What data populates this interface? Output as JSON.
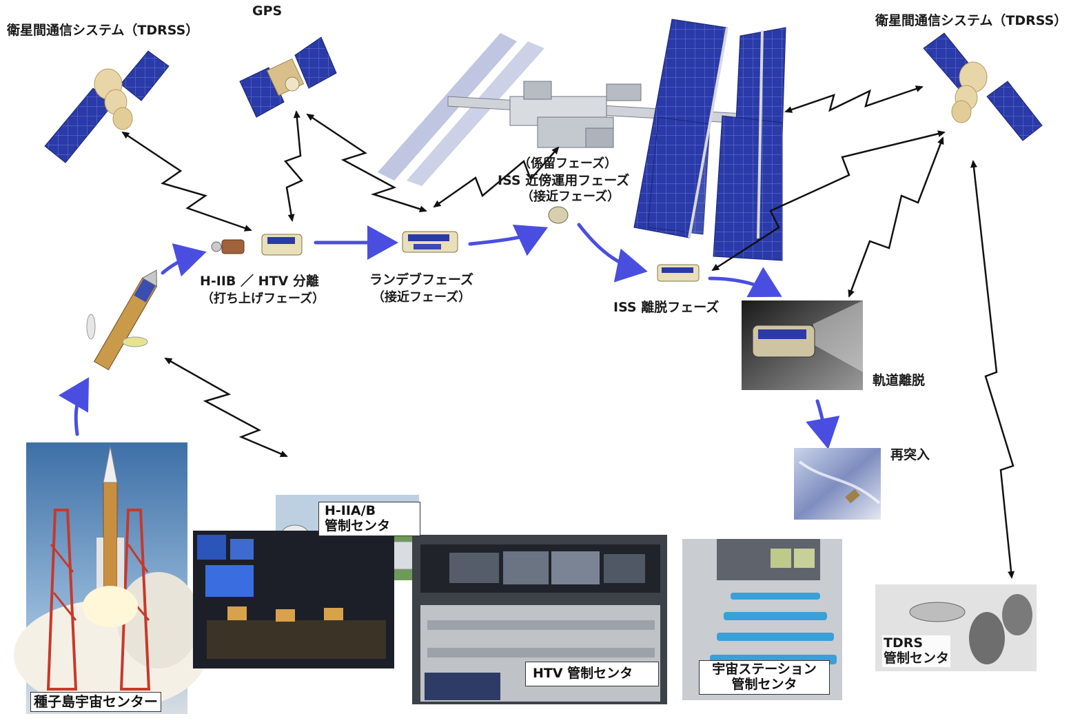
{
  "labels": {
    "tdrss_left": "衛星間通信システム（TDRSS）",
    "gps": "GPS",
    "tdrss_right": "衛星間通信システム（TDRSS）",
    "mooring_phase": "（係留フェーズ）",
    "iss_proximity": "ISS 近傍運用フェーズ",
    "approach_phase_top": "（接近フェーズ）",
    "separation": "H-IIB ／ HTV 分離",
    "launch_phase": "（打ち上げフェーズ）",
    "rendezvous": "ランデブフェーズ",
    "approach_phase": "（接近フェーズ）",
    "iss_departure": "ISS 離脱フェーズ",
    "deorbit": "軌道離脱",
    "reentry": "再突入",
    "tanegashima": "種子島宇宙センター",
    "h2ab_control_l1": "H-IIA/B",
    "h2ab_control_l2": "管制センタ",
    "htv_control": "HTV 管制センタ",
    "station_control_l1": "宇宙ステーション",
    "station_control_l2": "管制センタ",
    "tdrs_control_l1": "TDRS",
    "tdrs_control_l2": "管制センタ"
  },
  "colors": {
    "flow_arrow": "#4a4ee0",
    "comm_link": "#111111",
    "solar_panel": "#2a3aa8",
    "hull": "#e8d6a8"
  }
}
